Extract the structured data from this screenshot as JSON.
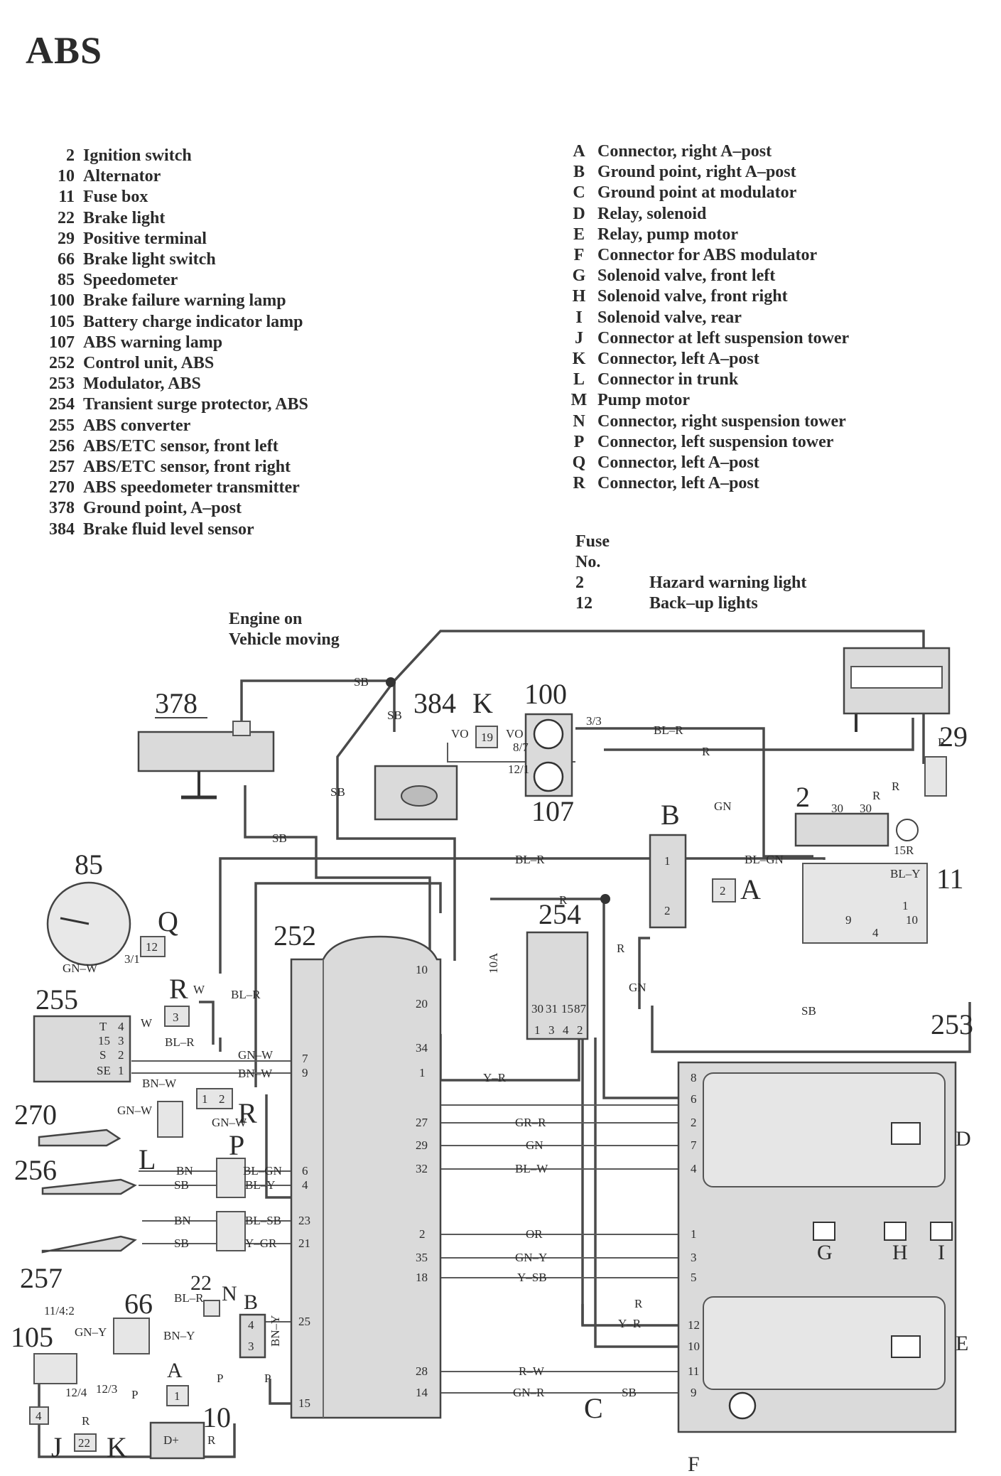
{
  "title": "ABS",
  "legend_components": [
    {
      "code": "2",
      "label": "Ignition switch"
    },
    {
      "code": "10",
      "label": "Alternator"
    },
    {
      "code": "11",
      "label": "Fuse box"
    },
    {
      "code": "22",
      "label": "Brake light"
    },
    {
      "code": "29",
      "label": "Positive terminal"
    },
    {
      "code": "66",
      "label": "Brake light switch"
    },
    {
      "code": "85",
      "label": "Speedometer"
    },
    {
      "code": "100",
      "label": "Brake failure warning lamp"
    },
    {
      "code": "105",
      "label": "Battery charge indicator lamp"
    },
    {
      "code": "107",
      "label": "ABS warning lamp"
    },
    {
      "code": "252",
      "label": "Control unit, ABS"
    },
    {
      "code": "253",
      "label": "Modulator, ABS"
    },
    {
      "code": "254",
      "label": "Transient surge protector, ABS"
    },
    {
      "code": "255",
      "label": "ABS converter"
    },
    {
      "code": "256",
      "label": "ABS/ETC sensor, front left"
    },
    {
      "code": "257",
      "label": "ABS/ETC sensor, front right"
    },
    {
      "code": "270",
      "label": "ABS speedometer transmitter"
    },
    {
      "code": "378",
      "label": "Ground point, A–post"
    },
    {
      "code": "384",
      "label": "Brake fluid level sensor"
    }
  ],
  "legend_connectors": [
    {
      "code": "A",
      "label": "Connector, right A–post"
    },
    {
      "code": "B",
      "label": "Ground point, right A–post"
    },
    {
      "code": "C",
      "label": "Ground point at modulator"
    },
    {
      "code": "D",
      "label": "Relay, solenoid"
    },
    {
      "code": "E",
      "label": "Relay, pump motor"
    },
    {
      "code": "F",
      "label": "Connector for ABS modulator"
    },
    {
      "code": "G",
      "label": "Solenoid valve, front left"
    },
    {
      "code": "H",
      "label": "Solenoid valve, front right"
    },
    {
      "code": "I",
      "label": "Solenoid valve, rear"
    },
    {
      "code": "J",
      "label": "Connector at left suspension tower"
    },
    {
      "code": "K",
      "label": "Connector, left A–post"
    },
    {
      "code": "L",
      "label": "Connector in trunk"
    },
    {
      "code": "M",
      "label": "Pump motor"
    },
    {
      "code": "N",
      "label": "Connector, right suspension tower"
    },
    {
      "code": "P",
      "label": "Connector, left suspension tower"
    },
    {
      "code": "Q",
      "label": "Connector, left A–post"
    },
    {
      "code": "R",
      "label": "Connector, left A–post"
    }
  ],
  "fuse": {
    "heading_1": "Fuse",
    "heading_2": "No.",
    "rows": [
      {
        "no": "2",
        "label": "Hazard warning light"
      },
      {
        "no": "12",
        "label": "Back–up lights"
      }
    ]
  },
  "status_note": {
    "line1": "Engine on",
    "line2": "Vehicle moving"
  },
  "diagram": {
    "component_labels": {
      "c378": "378",
      "c384": "384",
      "cK_top": "K",
      "c100": "100",
      "c107": "107",
      "c29": "29",
      "c2": "2",
      "cB_top": "B",
      "cA_top": "A",
      "c11": "11",
      "c85": "85",
      "cQ": "Q",
      "c252": "252",
      "c254": "254",
      "c255": "255",
      "cR_mid": "R",
      "c253": "253",
      "c270": "270",
      "cR_low": "R",
      "cL": "L",
      "cP": "P",
      "c256": "256",
      "c257": "257",
      "c22": "22",
      "cN": "N",
      "c66": "66",
      "cB_low": "B",
      "c105": "105",
      "cA_low": "A",
      "c10": "10",
      "cJ": "J",
      "cK_low": "K",
      "cC": "C",
      "cF": "F",
      "cD": "D",
      "cE": "E",
      "cG": "G",
      "cH": "H",
      "cI": "I"
    },
    "wire_labels": {
      "w_sb_top": "SB",
      "w_sb_mid": "SB",
      "w_sb_384": "SB",
      "w_sb_left": "SB",
      "w_vo1": "VO",
      "w_vo2": "VO",
      "w_19": "19",
      "w_87": "8/7",
      "w_33": "3/3",
      "w_121": "12/1",
      "w_blr_top": "BL–R",
      "w_r_top": "R",
      "w_gn_top": "GN",
      "w_blr_mid": "BL–R",
      "w_blgn": "BL–GN",
      "w_bly": "BL–Y",
      "w_r_254": "R",
      "w_r_vert": "R",
      "w_gn_vert": "GN",
      "w_sb_253": "SB",
      "w_r_29a": "R",
      "w_r_29b": "R",
      "w_r_29c": "R",
      "w_gnw_85": "GN–W",
      "w_w_85": "W",
      "w_31": "3/1",
      "w_blr_255": "BL–R",
      "w_w_255": "W",
      "w_blr_255b": "BL–R",
      "w_gnw_7": "GN–W",
      "w_bnw_9": "BN–W",
      "w_bnw_270": "BN–W",
      "w_gnw_270": "GN–W",
      "w_gnw_270b": "GN–W",
      "w_bn_256": "BN",
      "w_sb_256": "SB",
      "w_blgn_6": "BL–GN",
      "w_bly_4": "BL–Y",
      "w_bn_257": "BN",
      "w_sb_257": "SB",
      "w_blsb": "BL–SB",
      "w_ygr": "Y–GR",
      "w_blr_22": "BL–R",
      "w_gny": "GN–Y",
      "w_bny": "BN–Y",
      "w_bny2": "BN–Y",
      "w_p1": "P",
      "w_p2": "P",
      "w_p3": "P",
      "w_1142": "11/4:2",
      "w_124": "12/4",
      "w_123": "12/3",
      "w_r_low": "R",
      "w_r_10": "R",
      "w_15r": "15R",
      "w_yr": "Y–R",
      "w_grr": "GR–R",
      "w_gn_29": "GN",
      "w_blw": "BL–W",
      "w_or": "OR",
      "w_gny2": "GN–Y",
      "w_ysb": "Y–SB",
      "w_rw": "R–W",
      "w_gnr": "GN–R",
      "w_r_12": "R",
      "w_yr_10": "Y–R",
      "w_sb_c": "SB"
    },
    "pin_labels_252": [
      "10",
      "20",
      "34",
      "1",
      "27",
      "29",
      "32",
      "2",
      "35",
      "18",
      "28",
      "14",
      "7",
      "9",
      "6",
      "4",
      "23",
      "21",
      "25",
      "15"
    ],
    "pin_labels_253": [
      "8",
      "6",
      "2",
      "7",
      "4",
      "1",
      "3",
      "5",
      "12",
      "10",
      "11",
      "9"
    ],
    "pin_labels_254": [
      "30",
      "31",
      "15",
      "87",
      "1",
      "3",
      "4",
      "2"
    ],
    "pin_labels_255": [
      "T",
      "15",
      "S",
      "SE",
      "4",
      "3",
      "2",
      "1"
    ],
    "pin_labels_misc": {
      "q12": "12",
      "r3": "3",
      "b1": "1",
      "b2": "2",
      "a2": "2",
      "f9": "9",
      "f10": "10",
      "f4": "4",
      "f1": "1",
      "r1": "1",
      "r2": "2",
      "bl4": "4",
      "bl3": "3",
      "a1": "1",
      "j4": "4",
      "k22": "22",
      "fuse10a": "10A",
      "ign30a": "30",
      "ign30b": "30",
      "alt_dplus": "D+"
    }
  }
}
